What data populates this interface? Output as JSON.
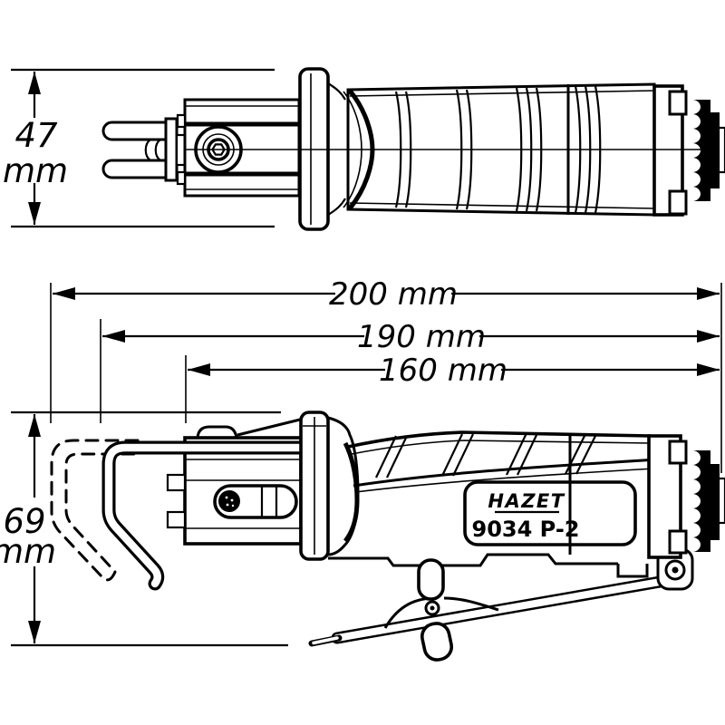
{
  "colors": {
    "line": "#000000",
    "background": "#ffffff"
  },
  "dimensions": {
    "front_height": {
      "value": "47",
      "unit": "mm"
    },
    "dim_200": "200 mm",
    "dim_190": "190 mm",
    "dim_160": "160 mm",
    "side_height": {
      "value": "69",
      "unit": "mm"
    }
  },
  "label_plate": {
    "brand": "HAZET",
    "model": "9034 P-2"
  }
}
